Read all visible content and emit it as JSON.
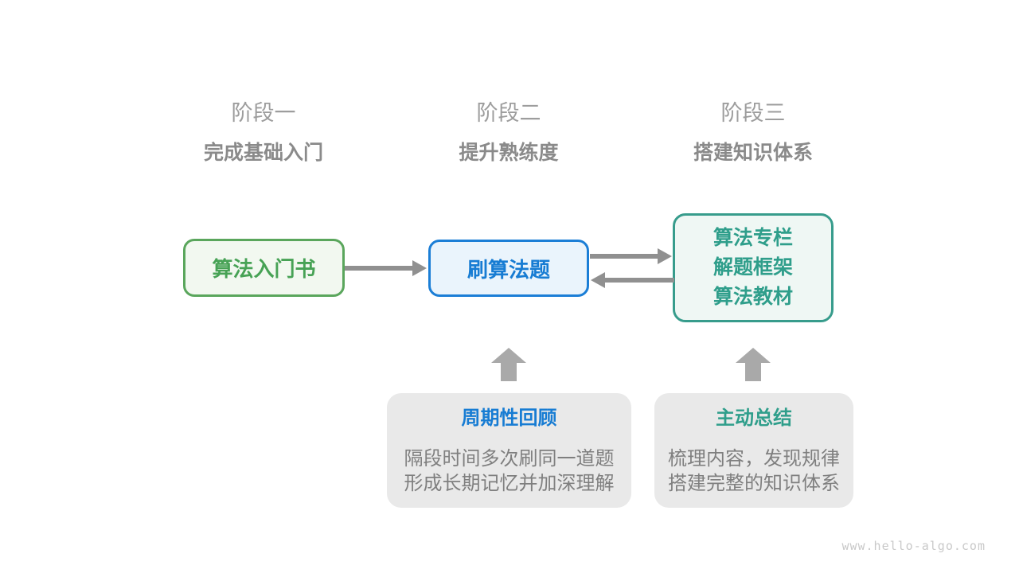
{
  "stages": [
    {
      "label": "阶段一",
      "subtitle": "完成基础入门"
    },
    {
      "label": "阶段二",
      "subtitle": "提升熟练度"
    },
    {
      "label": "阶段三",
      "subtitle": "搭建知识体系"
    }
  ],
  "nodes": {
    "intro_book": {
      "label": "算法入门书"
    },
    "practice": {
      "label": "刷算法题"
    },
    "resources": {
      "lines": [
        "算法专栏",
        "解题框架",
        "算法教材"
      ]
    }
  },
  "callouts": {
    "review": {
      "title": "周期性回顾",
      "lines": [
        "隔段时间多次刷同一道题",
        "形成长期记忆并加深理解"
      ]
    },
    "summarize": {
      "title": "主动总结",
      "lines": [
        "梳理内容，发现规律",
        "搭建完整的知识体系"
      ]
    }
  },
  "watermark": "www.hello-algo.com",
  "colors": {
    "green-border": "#5aa65c",
    "green-bg": "#f2f8f0",
    "green-text": "#47a255",
    "blue-border": "#1b7ed6",
    "blue-bg": "#eaf4fc",
    "blue-text": "#177cd3",
    "teal-border": "#379c8c",
    "teal-bg": "#eff7f4",
    "teal-text": "#2f9e8b",
    "callout-bg": "#e9e9e9",
    "stage-label": "#9d9d9d",
    "stage-sub": "#8a8a8a",
    "desc-text": "#7f7f7f",
    "arrow": "#909090",
    "arrow-up": "#a9a9a9",
    "watermark": "#c9c9c9"
  }
}
